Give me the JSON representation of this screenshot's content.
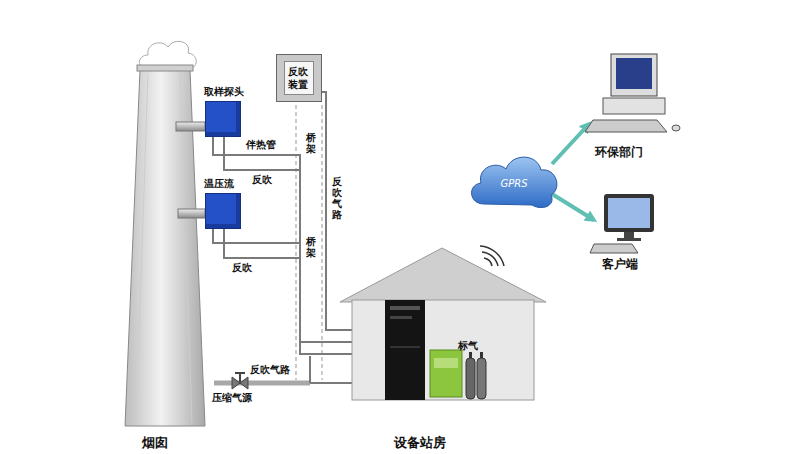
{
  "diagram": {
    "nodes": [
      {
        "text": [
          "烟囱"
        ]
      },
      {
        "text": [
          "取样探头"
        ]
      },
      {
        "text": [
          "温压流"
        ]
      },
      {
        "text": [
          "反吹装置"
        ]
      },
      {
        "text": [
          "设备站房"
        ]
      },
      {
        "text": [
          "GPRS"
        ]
      },
      {
        "text": [
          "环保部门"
        ]
      },
      {
        "text": [
          "客户端"
        ]
      }
    ],
    "edges": [
      {
        "from": 1,
        "to": 4,
        "arrow": "none"
      },
      {
        "from": 2,
        "to": 4,
        "arrow": "none"
      },
      {
        "from": 3,
        "to": 4,
        "arrow": "none"
      },
      {
        "from": 5,
        "to": 6,
        "arrow": "to"
      },
      {
        "from": 5,
        "to": 7,
        "arrow": "to"
      }
    ],
    "labels": [
      "伴热管",
      "反吹",
      "桥架",
      "反吹气路",
      "反吹",
      "桥架",
      "反吹气路",
      "压缩气源",
      "标气"
    ]
  }
}
